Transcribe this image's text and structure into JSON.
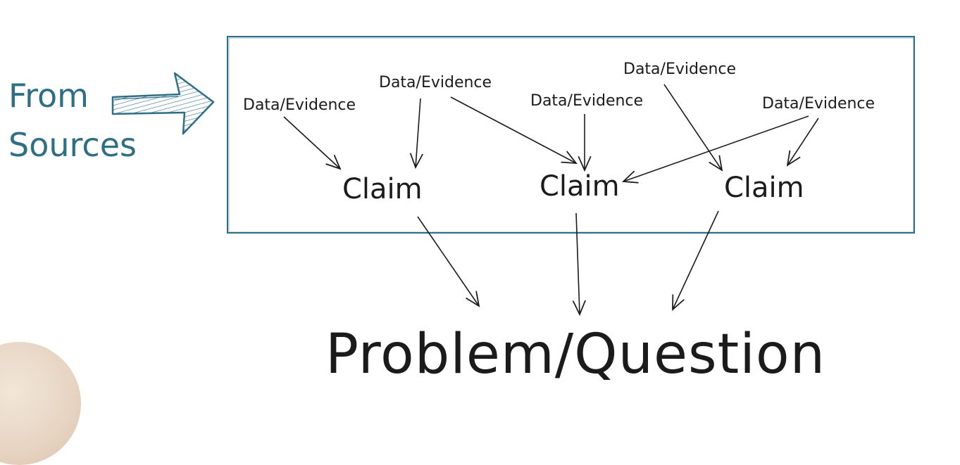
{
  "sources_label": {
    "line1": "From",
    "line2": "Sources"
  },
  "evidence_items": [
    {
      "id": "ev1",
      "label": "Data/Evidence"
    },
    {
      "id": "ev2",
      "label": "Data/Evidence"
    },
    {
      "id": "ev3",
      "label": "Data/Evidence"
    },
    {
      "id": "ev4",
      "label": "Data/Evidence"
    },
    {
      "id": "ev5",
      "label": "Data/Evidence"
    }
  ],
  "claims": [
    {
      "id": "c1",
      "label": "Claim"
    },
    {
      "id": "c2",
      "label": "Claim"
    },
    {
      "id": "c3",
      "label": "Claim"
    }
  ],
  "problem_label": "Problem/Question",
  "colors": {
    "box": "#2e6e86",
    "sources_text": "#2e6e86",
    "arrow": "#1b1b1b"
  }
}
